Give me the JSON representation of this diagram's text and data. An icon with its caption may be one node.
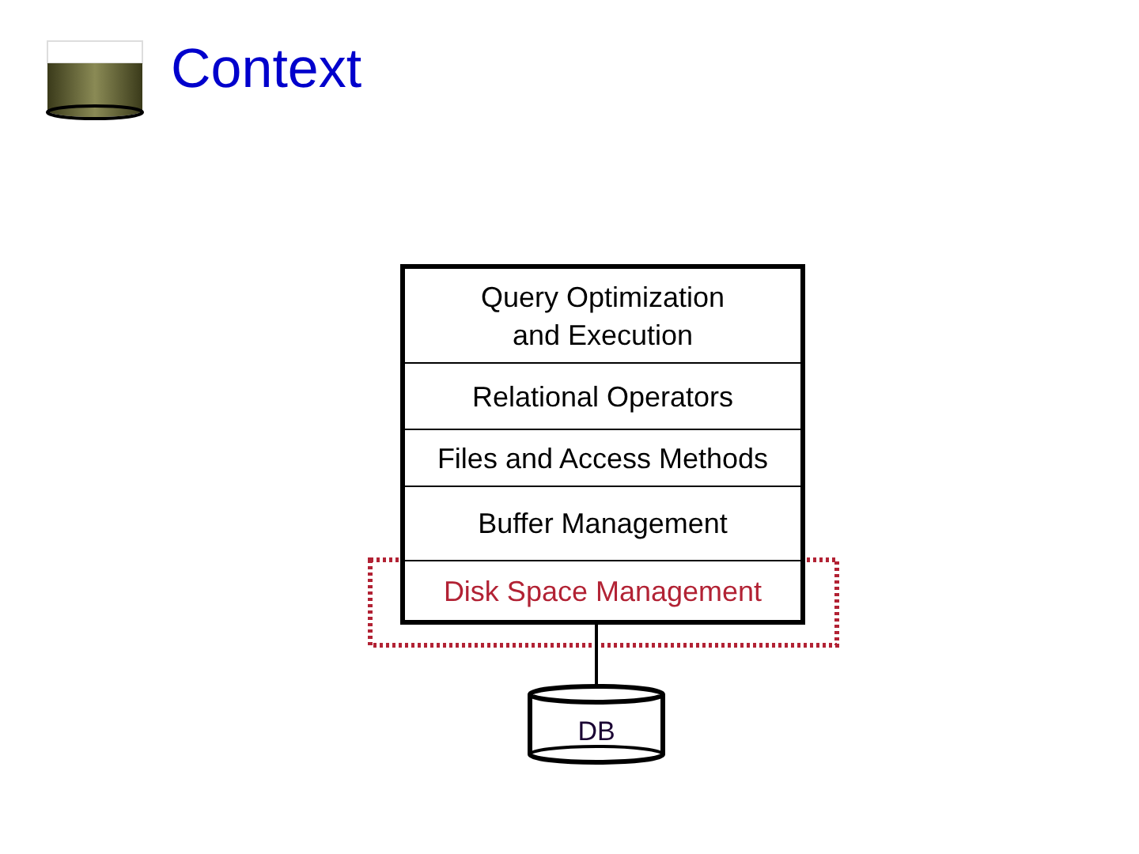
{
  "diagram": {
    "title": "Context",
    "nodes": [
      {
        "text": [],
        "shape": "box"
      },
      {
        "text": [
          "Query Optimization and Execution"
        ],
        "in": 0
      },
      {
        "text": [
          "Relational Operators"
        ],
        "in": 0
      },
      {
        "text": [
          "Files and Access Methods"
        ],
        "in": 0
      },
      {
        "text": [
          "Buffer Management"
        ],
        "in": 0
      },
      {
        "text": [
          "Disk Space Management"
        ],
        "in": 0
      },
      {
        "text": [
          "DB"
        ]
      }
    ],
    "edges": [
      {
        "from": 5,
        "to": 6,
        "arrow": "none"
      }
    ]
  }
}
